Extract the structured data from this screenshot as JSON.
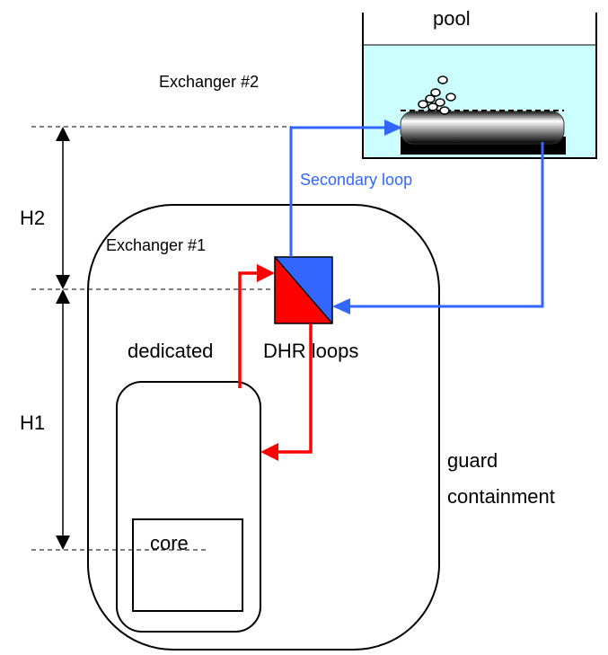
{
  "labels": {
    "pool": "pool",
    "exchanger2": "Exchanger #2",
    "secondary_loop": "Secondary loop",
    "h2": "H2",
    "exchanger1": "Exchanger #1",
    "dedicated": "dedicated",
    "dhr_loops": "DHR loops",
    "h1": "H1",
    "guard": "guard",
    "containment": "containment",
    "core": "core"
  },
  "colors": {
    "primary_loop": "#ff0000",
    "secondary_loop": "#3366ff",
    "pool_water": "#ccffff",
    "outline": "#000000"
  }
}
